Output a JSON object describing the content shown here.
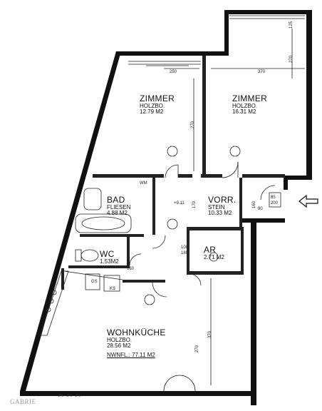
{
  "rooms": {
    "zimmer1": {
      "name": "ZIMMER",
      "floor": "HOLZBO.",
      "area": "12.79 M2"
    },
    "zimmer2": {
      "name": "ZIMMER",
      "floor": "HOLZBO.",
      "area": "16.31 M2"
    },
    "bad": {
      "name": "BAD",
      "floor": "FLIESEN",
      "area": "4.88 M2"
    },
    "wc": {
      "name": "WC",
      "area": "1.53M2"
    },
    "vorr": {
      "name": "VORR.",
      "floor": "STEIN",
      "area": "10.33 M2"
    },
    "ar": {
      "name": "AR",
      "area": "2.71 M2"
    },
    "wohnkueche": {
      "name": "WOHNKÜCHE",
      "floor": "HOLZBO.",
      "area": "28.56 M2",
      "total": "NWNFL.: 77.11 M2"
    }
  },
  "dimensions": {
    "d370_top": "370",
    "d125": "125",
    "d270_left": "270",
    "d270_right": "270",
    "d250": "250",
    "d911": "+9.11",
    "d170": "170",
    "d160": "160",
    "d100": "100",
    "d180": "180",
    "d270_bottom": "270",
    "d370_bottom": "370",
    "d200": "200",
    "d85": "85",
    "d90": "90",
    "d160b": "160"
  },
  "labels": {
    "wm": "WM",
    "gs": "GS",
    "ks": "KS"
  },
  "logo": "GABRIE",
  "footnote": "·2%·  ·2%·  ·2%·"
}
